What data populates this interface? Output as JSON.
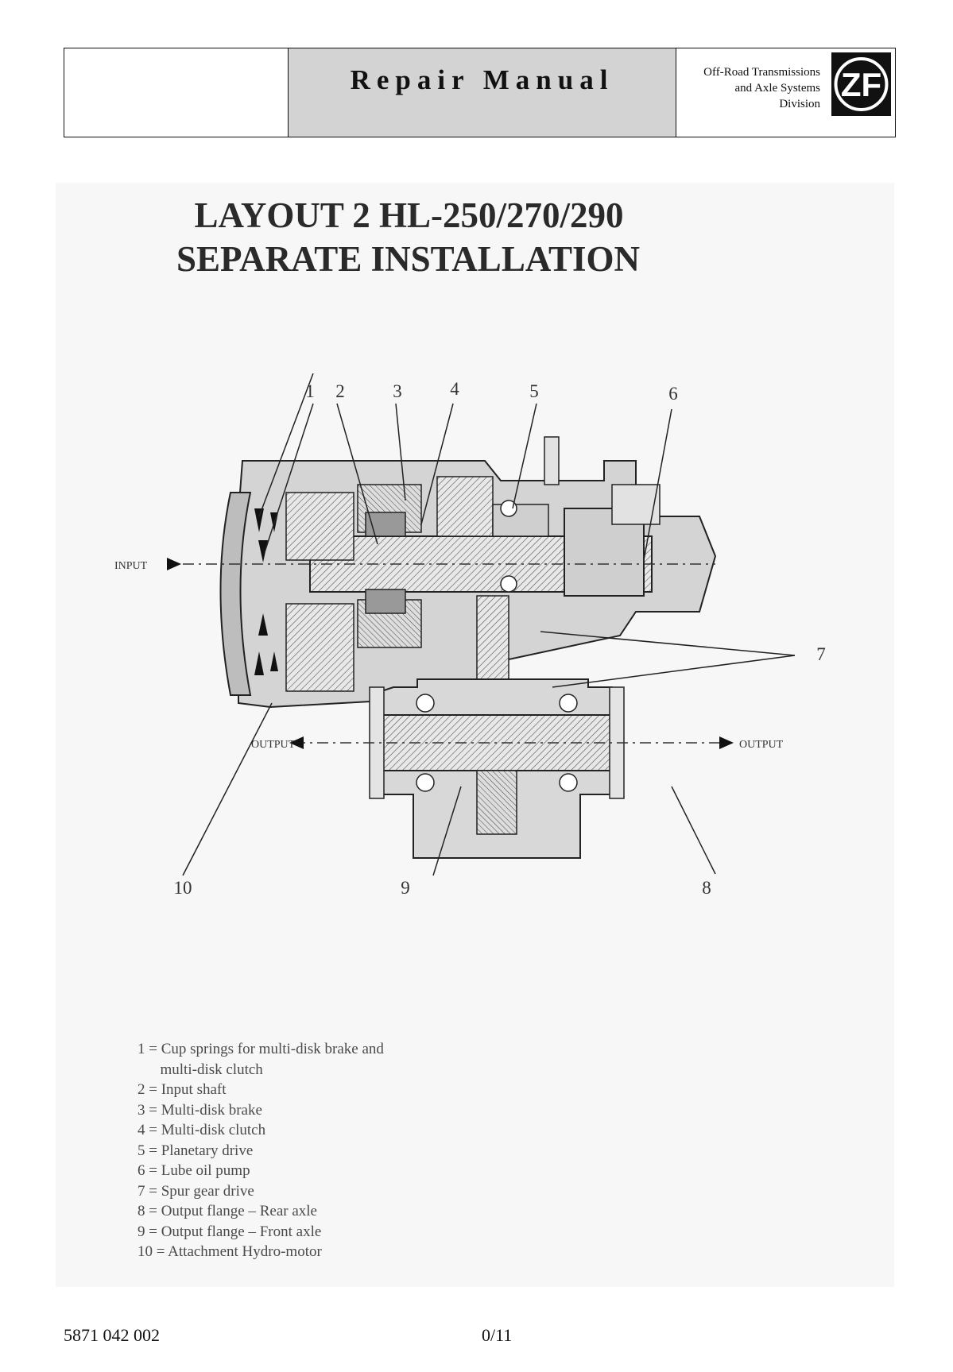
{
  "header": {
    "title": "Repair Manual",
    "division_line1": "Off-Road Transmissions",
    "division_line2": "and Axle Systems",
    "division_line3": "Division",
    "logo_text": "ZF"
  },
  "document": {
    "title_line1": "LAYOUT  2 HL-250/270/290",
    "title_line2": "SEPARATE INSTALLATION"
  },
  "diagram": {
    "callouts": [
      "1",
      "2",
      "3",
      "4",
      "5",
      "6",
      "7",
      "8",
      "9",
      "10"
    ],
    "input_label": "INPUT",
    "output_left_label": "OUTPUT",
    "output_right_label": "OUTPUT"
  },
  "legend": [
    "1 = Cup springs for multi-disk brake and",
    "      multi-disk clutch",
    "2 = Input shaft",
    "3 = Multi-disk brake",
    "4 = Multi-disk clutch",
    "5 = Planetary drive",
    "6 = Lube oil pump",
    "7 = Spur gear drive",
    "8 = Output flange – Rear axle",
    "9 = Output flange – Front axle",
    "10 = Attachment Hydro-motor"
  ],
  "footer": {
    "doc_number": "5871 042 002",
    "page": "0/11"
  }
}
